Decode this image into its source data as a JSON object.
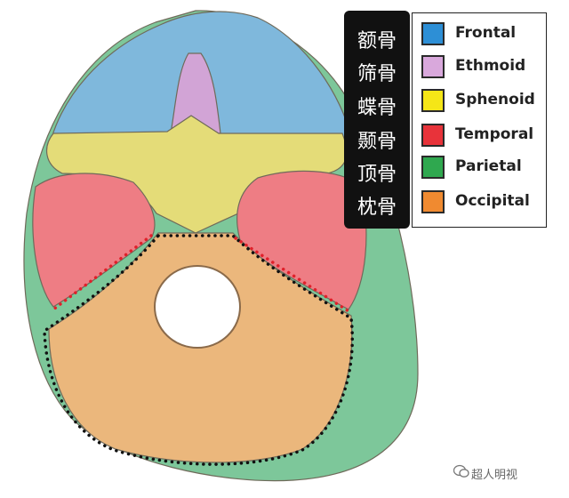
{
  "legend": {
    "items": [
      {
        "cn": "额骨",
        "en": "Frontal",
        "color": "#2d8fd6"
      },
      {
        "cn": "筛骨",
        "en": "Ethmoid",
        "color": "#d9a8dc"
      },
      {
        "cn": "蝶骨",
        "en": "Sphenoid",
        "color": "#f5e617"
      },
      {
        "cn": "颞骨",
        "en": "Temporal",
        "color": "#e8333a"
      },
      {
        "cn": "顶骨",
        "en": "Parietal",
        "color": "#2fa84f"
      },
      {
        "cn": "枕骨",
        "en": "Occipital",
        "color": "#f08a30"
      }
    ]
  },
  "regions": {
    "frontal": "#7fb8dc",
    "ethmoid": "#d2a4d6",
    "sphenoid": "#e4dc78",
    "temporal": "#ee7d84",
    "parietal": "#7dc79a",
    "occipital": "#ebb77c"
  },
  "outline_colors": {
    "occipital_dots": "#111111",
    "temporal_dots": "#e0202a"
  },
  "watermark": {
    "text": "超人明视",
    "icon": "wechat-icon"
  }
}
